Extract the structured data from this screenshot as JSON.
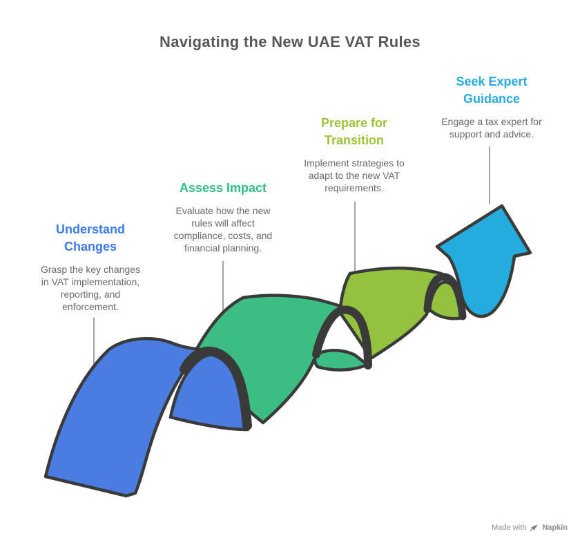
{
  "title": {
    "text": "Navigating the New UAE VAT Rules",
    "color": "#57585A"
  },
  "stages": [
    {
      "heading": "Understand\nChanges",
      "heading_color": "#3D7BE8",
      "ribbon_color": "#4A7CE2",
      "description": "Grasp the key changes\nin VAT implementation,\nreporting, and\nenforcement."
    },
    {
      "heading": "Assess Impact",
      "heading_color": "#2FBE84",
      "ribbon_color": "#3CBD84",
      "description": "Evaluate how the new\nrules will affect\ncompliance, costs, and\nfinancial planning."
    },
    {
      "heading": "Prepare for\nTransition",
      "heading_color": "#9CC437",
      "ribbon_color": "#94C23E",
      "description": "Implement strategies to\nadapt to the new VAT\nrequirements."
    },
    {
      "heading": "Seek Expert\nGuidance",
      "heading_color": "#29ABE2",
      "ribbon_color": "#25ACDF",
      "description": "Engage a tax expert for\nsupport and advice."
    }
  ],
  "ribbon": {
    "outline_color": "#3A3A3A"
  },
  "text_colors": {
    "body": "#68696C",
    "connector": "#A3A3A3"
  },
  "watermark": {
    "prefix": "Made with",
    "brand": "Napkin",
    "icon": "napkin-pen-icon",
    "color": "#8D8D8D"
  }
}
